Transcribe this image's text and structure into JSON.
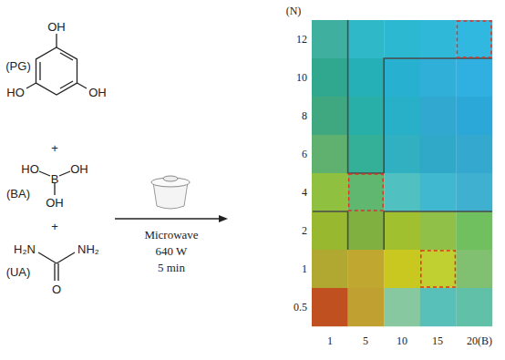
{
  "diagram": {
    "labels": [
      "(PG)",
      "OH",
      "HO",
      "OH",
      "+",
      "HO",
      "B",
      "OH",
      "OH",
      "(BA)",
      "+",
      "H₂N",
      "NH₂",
      "O",
      "(UA)",
      "Microwave",
      "640 W",
      "5 min",
      "(N)",
      "12",
      "10",
      "8",
      "6",
      "4",
      "2",
      "1",
      "0.5",
      "1",
      "5",
      "10",
      "15",
      "20(B)"
    ]
  }
}
